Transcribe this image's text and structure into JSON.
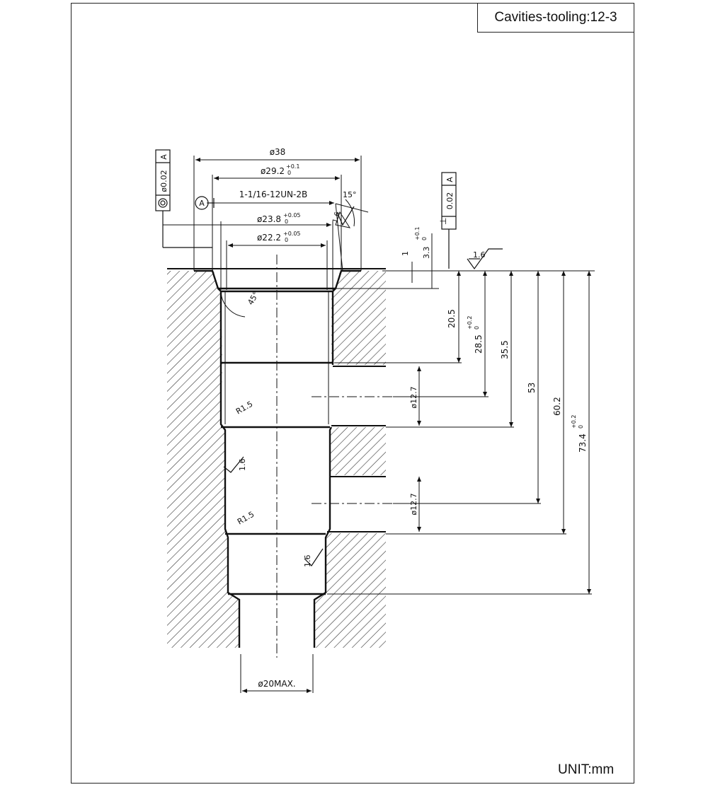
{
  "header": {
    "tooling_label": "Cavities-tooling:12-3"
  },
  "footer": {
    "unit_label": "UNIT:mm"
  },
  "dims": {
    "d38": "ø38",
    "d29_2": "ø29.2",
    "d29_2_tol_up": "+0.1",
    "d29_2_tol_lo": "0",
    "thread": "1-1/16-12UN-2B",
    "d23_8": "ø23.8",
    "d23_8_tol_up": "+0.05",
    "d23_8_tol_lo": "0",
    "d22_2": "ø22.2",
    "d22_2_tol_up": "+0.05",
    "d22_2_tol_lo": "0",
    "angle15": "15°",
    "angle45": "45°",
    "d20max": "ø20MAX.",
    "port1": "ø12.7",
    "port2": "ø12.7",
    "r1": "R1.5",
    "r2": "R1.5",
    "v1": "1",
    "v3_3": "3.3",
    "v3_3_tol_up": "+0.1",
    "v3_3_tol_lo": "0",
    "v20_5": "20.5",
    "v28_5": "28.5",
    "v28_5_tol_up": "+0.2",
    "v28_5_tol_lo": "0",
    "v35_5": "35.5",
    "v53": "53",
    "v60_2": "60.2",
    "v73_4": "73.4",
    "v73_4_tol_up": "+0.2",
    "v73_4_tol_lo": "0"
  },
  "gdt": {
    "coaxiality_tol": "ø0.02",
    "coaxiality_ref": "A",
    "perp_tol": "0.02",
    "perp_ref": "A",
    "datum": "A"
  },
  "roughness": {
    "top": "1.6",
    "bore": "1.6",
    "bottom": "1.6",
    "chamfer": "1.6"
  },
  "colors": {
    "ink": "#111111",
    "paper": "#ffffff"
  }
}
